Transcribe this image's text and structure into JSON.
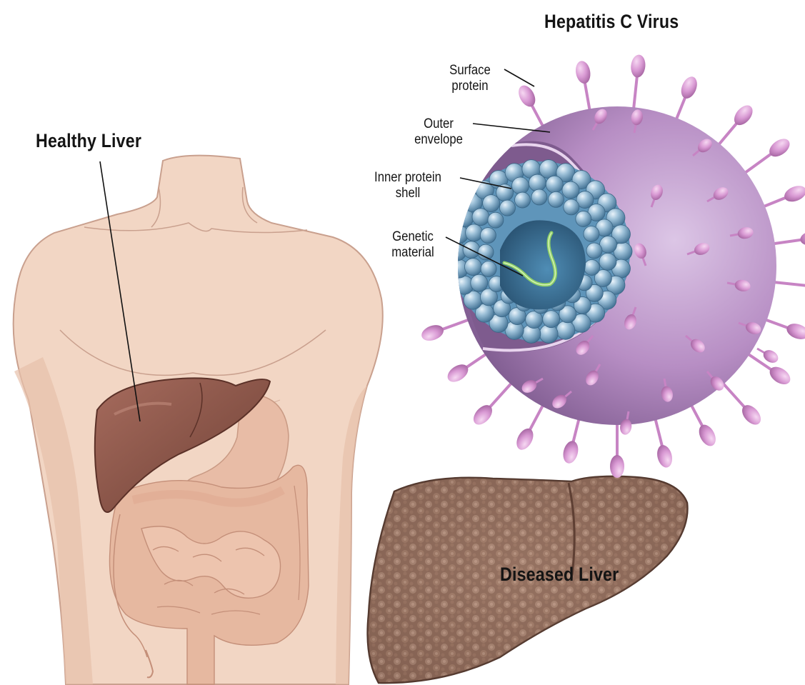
{
  "titles": {
    "healthy_liver": "Healthy Liver",
    "virus": "Hepatitis C Virus",
    "diseased_liver": "Diseased Liver"
  },
  "labels": {
    "surface_protein": [
      "Surface",
      "protein"
    ],
    "outer_envelope": [
      "Outer",
      "envelope"
    ],
    "inner_protein_shell": [
      "Inner protein",
      "shell"
    ],
    "genetic_material": [
      "Genetic",
      "material"
    ]
  },
  "colors": {
    "skin": "#f2d6c4",
    "skin_outline": "#c9a08e",
    "liver_healthy": "#8a5548",
    "liver_diseased": "#8c6a5a",
    "intestine": "#e6b8a0",
    "virus_envelope": "#b58ac0",
    "virus_spike": "#d79ad4",
    "protein_shell": "#7fa6c2",
    "genetic_strand": "#8fd068"
  }
}
